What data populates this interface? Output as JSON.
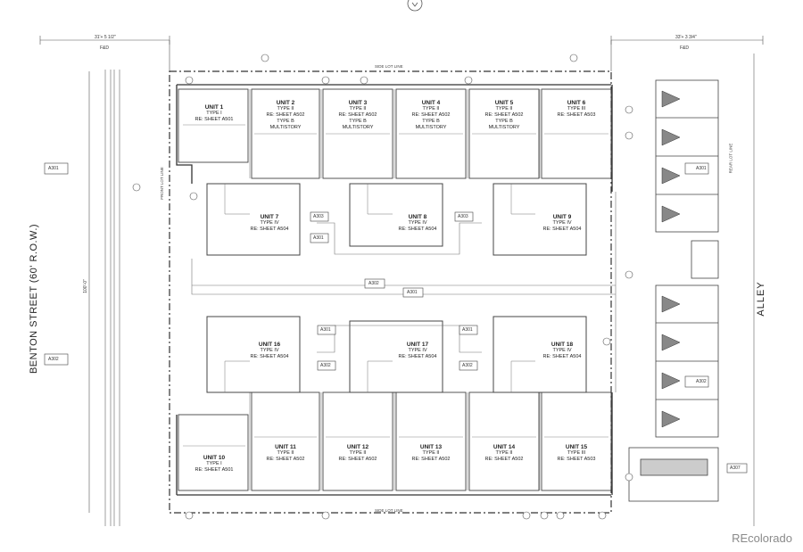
{
  "street_label": "BENTON STREET (60' R.O.W.)",
  "alley_label": "ALLEY",
  "watermark": "REcolorado",
  "dimensions": {
    "left": "31'+ 5 1/2\"",
    "right": "33'+ 3 3/4\"",
    "left_sub": "F&D",
    "right_sub": "F&D",
    "vertical": "100'-0\""
  },
  "lot_lines": {
    "top": "SIDE LOT LINE",
    "bottom": "SIDE LOT LINE",
    "front": "FRONT LOT LINE",
    "rear": "REAR LOT LINE"
  },
  "sheet_tags": {
    "a301": "A301",
    "a302": "A302",
    "a303": "A303",
    "a307": "A307"
  },
  "units": [
    {
      "name": "UNIT 1",
      "type": "TYPE I",
      "ref": "RE: SHEET A501",
      "extra1": "",
      "extra2": ""
    },
    {
      "name": "UNIT 2",
      "type": "TYPE II",
      "ref": "RE: SHEET A502",
      "extra1": "TYPE B",
      "extra2": "MULTISTORY"
    },
    {
      "name": "UNIT 3",
      "type": "TYPE II",
      "ref": "RE: SHEET A502",
      "extra1": "TYPE B",
      "extra2": "MULTISTORY"
    },
    {
      "name": "UNIT 4",
      "type": "TYPE II",
      "ref": "RE: SHEET A502",
      "extra1": "TYPE B",
      "extra2": "MULTISTORY"
    },
    {
      "name": "UNIT 5",
      "type": "TYPE II",
      "ref": "RE: SHEET A502",
      "extra1": "TYPE B",
      "extra2": "MULTISTORY"
    },
    {
      "name": "UNIT 6",
      "type": "TYPE III",
      "ref": "RE: SHEET A503",
      "extra1": "",
      "extra2": ""
    },
    {
      "name": "UNIT 7",
      "type": "TYPE IV",
      "ref": "RE: SHEET A504",
      "extra1": "",
      "extra2": ""
    },
    {
      "name": "UNIT 8",
      "type": "TYPE IV",
      "ref": "RE: SHEET A504",
      "extra1": "",
      "extra2": ""
    },
    {
      "name": "UNIT 9",
      "type": "TYPE IV",
      "ref": "RE: SHEET A504",
      "extra1": "",
      "extra2": ""
    },
    {
      "name": "UNIT 16",
      "type": "TYPE IV",
      "ref": "RE: SHEET A504",
      "extra1": "",
      "extra2": ""
    },
    {
      "name": "UNIT 17",
      "type": "TYPE IV",
      "ref": "RE: SHEET A504",
      "extra1": "",
      "extra2": ""
    },
    {
      "name": "UNIT 18",
      "type": "TYPE IV",
      "ref": "RE: SHEET A504",
      "extra1": "",
      "extra2": ""
    },
    {
      "name": "UNIT 10",
      "type": "TYPE I",
      "ref": "RE: SHEET A501",
      "extra1": "",
      "extra2": ""
    },
    {
      "name": "UNIT 11",
      "type": "TYPE II",
      "ref": "RE: SHEET A502",
      "extra1": "",
      "extra2": ""
    },
    {
      "name": "UNIT 12",
      "type": "TYPE II",
      "ref": "RE: SHEET A502",
      "extra1": "",
      "extra2": ""
    },
    {
      "name": "UNIT 13",
      "type": "TYPE II",
      "ref": "RE: SHEET A502",
      "extra1": "",
      "extra2": ""
    },
    {
      "name": "UNIT 14",
      "type": "TYPE II",
      "ref": "RE: SHEET A502",
      "extra1": "",
      "extra2": ""
    },
    {
      "name": "UNIT 15",
      "type": "TYPE III",
      "ref": "RE: SHEET A503",
      "extra1": "",
      "extra2": ""
    }
  ],
  "colors": {
    "line": "#3a3a3a",
    "light_line": "#9a9a9a",
    "watermark": "#8a8a8a"
  }
}
